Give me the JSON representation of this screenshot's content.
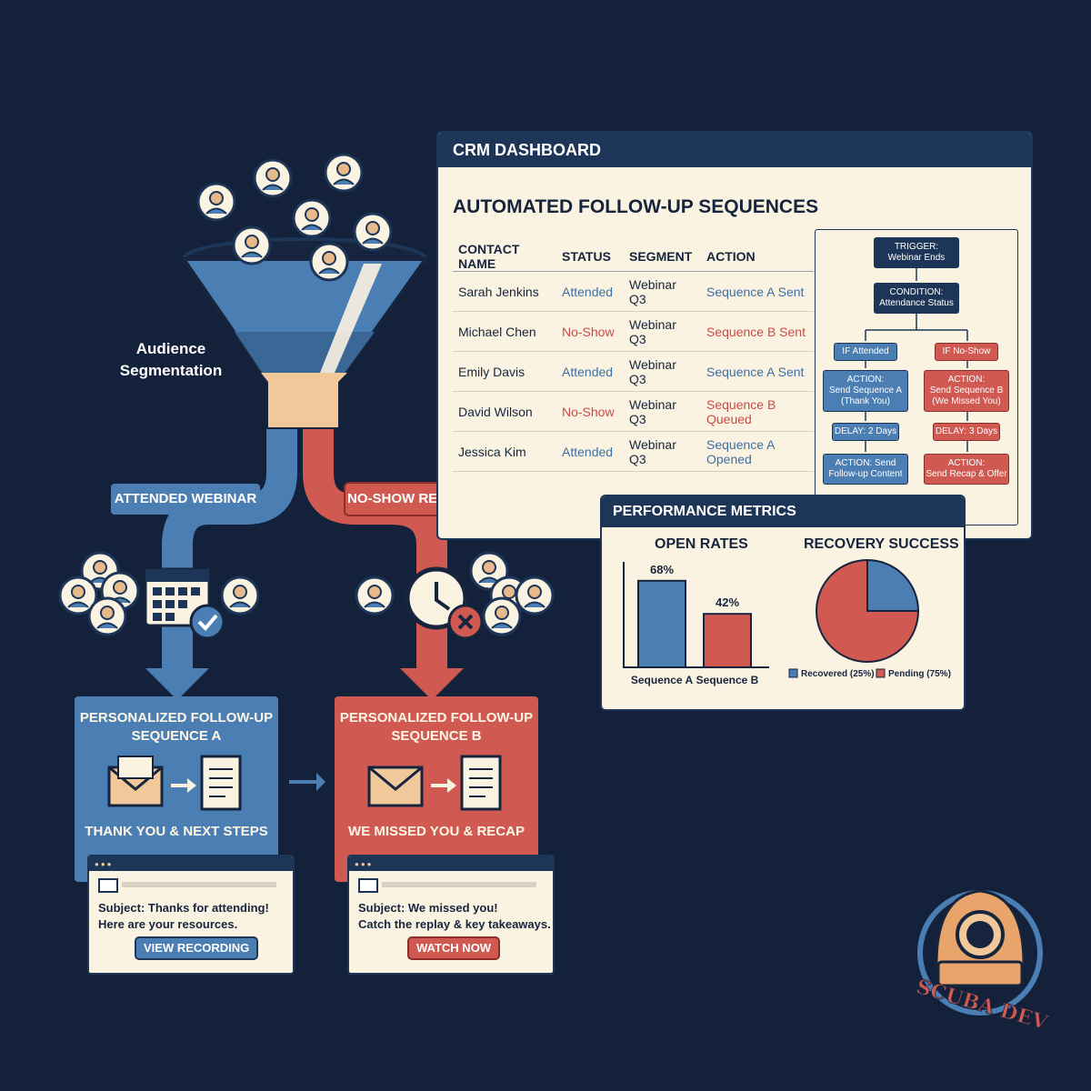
{
  "audience_label": "Audience\nSegmentation",
  "branches": {
    "attended": "ATTENDED WEBINAR",
    "noshow": "NO-SHOW RECOVERY"
  },
  "sequences": {
    "a": {
      "title_1": "PERSONALIZED FOLLOW-UP",
      "title_2": "SEQUENCE A",
      "bottom": "THANK YOU & NEXT STEPS"
    },
    "b": {
      "title_1": "PERSONALIZED FOLLOW-UP",
      "title_2": "SEQUENCE B",
      "bottom": "WE MISSED YOU & RECAP"
    }
  },
  "emails": {
    "a": {
      "line_1": "Subject: Thanks for attending!",
      "line_2": "Here are your resources.",
      "cta": "VIEW RECORDING"
    },
    "b": {
      "line_1": "Subject: We missed you!",
      "line_2": "Catch the replay & key takeaways.",
      "cta": "WATCH NOW"
    }
  },
  "crm": {
    "header": "CRM DASHBOARD",
    "title": "AUTOMATED FOLLOW-UP SEQUENCES",
    "columns": [
      "CONTACT NAME",
      "STATUS",
      "SEGMENT",
      "ACTION"
    ],
    "rows": [
      {
        "name": "Sarah Jenkins",
        "status": "Attended",
        "segment": "Webinar Q3",
        "action": "Sequence A Sent"
      },
      {
        "name": "Michael Chen",
        "status": "No-Show",
        "segment": "Webinar Q3",
        "action": "Sequence B Sent"
      },
      {
        "name": "Emily Davis",
        "status": "Attended",
        "segment": "Webinar Q3",
        "action": "Sequence A Sent"
      },
      {
        "name": "David Wilson",
        "status": "No-Show",
        "segment": "Webinar Q3",
        "action": "Sequence B Queued"
      },
      {
        "name": "Jessica Kim",
        "status": "Attended",
        "segment": "Webinar Q3",
        "action": "Sequence A Opened"
      }
    ],
    "flow": {
      "trigger": "TRIGGER:\nWebinar Ends",
      "condition": "CONDITION:\nAttendance Status",
      "if_attended": "IF Attended",
      "if_noshow": "IF No-Show",
      "action_a": "ACTION:\nSend Sequence A\n(Thank You)",
      "action_b": "ACTION:\nSend Sequence B\n(We Missed You)",
      "delay_a": "DELAY: 2 Days",
      "delay_b": "DELAY: 3 Days",
      "final_a": "ACTION: Send\nFollow-up Content",
      "final_b": "ACTION:\nSend Recap & Offer"
    }
  },
  "metrics": {
    "header": "PERFORMANCE METRICS",
    "open_rates_title": "OPEN RATES",
    "recovery_title": "RECOVERY SUCCESS"
  },
  "chart_data": [
    {
      "type": "bar",
      "title": "OPEN RATES",
      "categories": [
        "Sequence A",
        "Sequence B"
      ],
      "values": [
        68,
        42
      ],
      "labels": [
        "68%",
        "42%"
      ],
      "ylim": [
        0,
        100
      ],
      "colors": [
        "#4b7fb3",
        "#d05a52"
      ]
    },
    {
      "type": "pie",
      "title": "RECOVERY SUCCESS",
      "slices": [
        {
          "name": "Recovered (25%)",
          "value": 25,
          "color": "#4b7fb3"
        },
        {
          "name": "Pending (75%)",
          "value": 75,
          "color": "#d05a52"
        }
      ],
      "legend": "bottom"
    }
  ],
  "logo_text": "SCUBA DEV",
  "colors": {
    "navy": "#13213a",
    "blue": "#4b7fb3",
    "red": "#d05a52",
    "cream": "#fbf3e2"
  }
}
